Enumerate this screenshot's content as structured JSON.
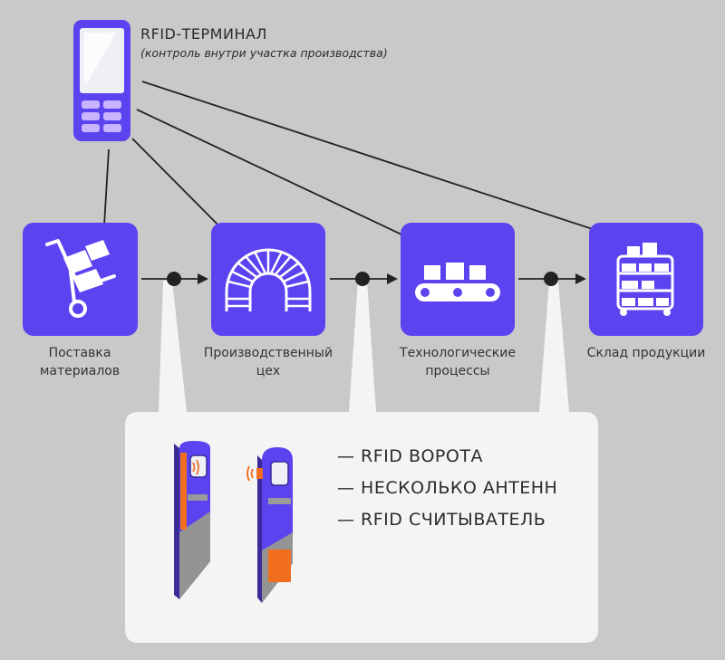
{
  "terminal": {
    "title": "RFID-ТЕРМИНАЛ",
    "subtitle": "(контроль внутри участка производства)",
    "icon": "handheld-terminal-icon"
  },
  "stages": [
    {
      "label_1": "Поставка",
      "label_2": "материалов",
      "icon": "hand-truck-icon"
    },
    {
      "label_1": "Производственный",
      "label_2": "цех",
      "icon": "arch-workshop-icon"
    },
    {
      "label_1": "Технологические",
      "label_2": "процессы",
      "icon": "conveyor-icon"
    },
    {
      "label_1": "Склад продукции",
      "label_2": "",
      "icon": "warehouse-rack-icon"
    }
  ],
  "legend": {
    "items": [
      "— RFID ВОРОТА",
      "— НЕСКОЛЬКО АНТЕНН",
      "— RFID СЧИТЫВАТЕЛЬ"
    ]
  },
  "colors": {
    "accent": "#5b43f0",
    "background": "#c9c9c9",
    "panel": "#f4f4f4",
    "gate_body": "#5b43f0",
    "gate_side": "#949494",
    "antenna": "#f06e1e",
    "arrow": "#222222"
  }
}
